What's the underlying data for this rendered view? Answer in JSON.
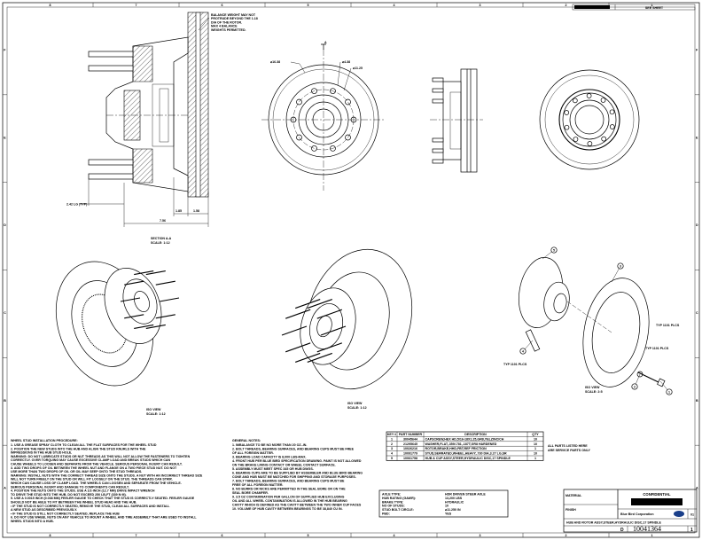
{
  "zones": {
    "columns": [
      "8",
      "7",
      "6",
      "5",
      "4",
      "3",
      "2",
      "1"
    ],
    "rows": [
      "F",
      "E",
      "D",
      "C",
      "B",
      "A"
    ]
  },
  "section_view": {
    "balance_note": [
      "BALANCE WEIGHT MAY NOT",
      "PROTRUDE BEYOND THE 1.18",
      "DIA OF THE ROTOR.",
      "MAX 4 BALANCE",
      "WEIGHTS PERMITTED."
    ],
    "dim_stud": "2.42 LG (TYP)",
    "dim_a": "1.85",
    "dim_b": "1.58",
    "dim_overall": "7.56",
    "label": "SECTION A-A",
    "scale": "SCALE: 1:12"
  },
  "front_view": {
    "dia_outer": "⌀16.38",
    "dia_pilot": "⌀4.38",
    "dia_bolt_circle": "⌀11.25",
    "section_mark": "A"
  },
  "iso_views": [
    {
      "label": "ISO VIEW",
      "scale": "SCALE: 1:12"
    },
    {
      "label": "ISO VIEW",
      "scale": "SCALE: 1:12"
    },
    {
      "label": "ISO VIEW",
      "scale": "SCALE: 2:5"
    }
  ],
  "callouts": [
    "TYP 1101 PLCS",
    "TYP 1101 PLCS",
    "TYP 1101 PLCS"
  ],
  "balloons": [
    "1",
    "2",
    "3",
    "4",
    "5"
  ],
  "wheel_stud_notes": {
    "title": "WHEEL STUD INSTALLATION PROCEDURE:",
    "lines": [
      "1.  USE A GREASE SPRAY CLOTH TO CLEAN ALL THE FLAT SURFACES FOR THE WHEEL STUD",
      "2.  POSITION THE NEW STUDS INTO THE HUB AND ALIGN THE STUD KNURLS WITH THE",
      "     IMPRESSIONS IN THE HUB STUD HOLE.",
      "     WARNING: DO NOT LUBRICATE STUDS OR NUT THREADS AS THIS WILL NOT ALLOW THE FASTENERS TO TIGHTEN",
      "     CORRECTLY.  OVER TORQUING MAY CAUSE EXCESSIVE CLAMP LOAD AND BREAK STUDS WHICH CAN",
      "     CAUSE WHEELS TO LOOSEN AND SEPARATE FROM THE VEHICLE.  SERIOUS PERSONAL INJURY CAN RESULT.",
      "3.  ADD TWO DROPS OF OIL BETWEEN THE WHEEL NUT AND FLANGE ON A TWO PIECE STUD NUT.  DO NOT",
      "     USE MORE THAN TWO DROPS OF OIL OR OIL MAY SEEP ONTO THE STUD THREADS.",
      "     WARNING: INSTALL NUTS WITH THE CORRECT THREAD SIZE ONTO THE STUDS. A NUT WITH AN INCORRECT THREAD SIZE",
      "     WILL NOT TURN FREELY ON THE STUD OR WILL FIT LOOSELY ON THE STUD. THE THREADS CAN STRIP,",
      "     WHICH CAN CAUSE LOSS OF CLAMP LOAD. THE WHEELS CAN LOOSEN AND SEPARATE FROM THE VEHICLE.",
      "     SERIOUS PERSONAL INJURY AND DAMAGE TO COMPONENTS CAN RESULT.",
      "4.  POSITION THE NUTS ONTO THE STUDS. USE A 1/2-INCH (12.7 MM) DRIVE IMPACT WRENCH",
      "     TO DRIVE THE STUD INTO THE HUB. DO NOT EXCEED 250 LB-FT (339 N·M).",
      "5.  USE A 0.0015 INCH (0.038 MM) FEELER GAUGE TO CHECK THAT THE STUD IS CORRECTLY SEATED.  FEELER GAUGE",
      "     SHOULD NOT BE ABLE TO FIT BETWEEN THE WHEEL STUD HEAD AND THE HUB.",
      "     • IF THE STUD IS NOT CORRECTLY SEATED, REMOVE THE STUD, CLEAN ALL SURFACES AND INSTALL",
      "       A NEW STUD AS DESCRIBED PREVIOUSLY.",
      "     • IF THE STUD IS STILL NOT CORRECTLY SEATED, REPLACE THE HUB",
      "6.  DO NOT USE WHEEL NUTS ON ANY VEHICLE TO MOUNT A WHEEL AND TIRE ASSEMBLY THAT ARE USED TO INSTALL",
      "     WHEEL STUDS INTO A HUB."
    ]
  },
  "general_notes": {
    "title": "GENERAL NOTES:",
    "lines": [
      "1.  IMBALANCE TO BE NO MORE THAN 20 OZ.-IN.",
      "2.  BOLT THREADS, BEARING SURFACES, AND BEARING CUPS MUST BE FREE",
      "     OF ALL FOREIGN MATTER.",
      "3.  BEARING LOAD CAPACITY IS 8,000 LBS-MAX.",
      "4.  FRONT HUB PER BLUE BIRD SPECIFICATION DRAWING.  PAINT IS NOT ALLOWED",
      "     ON THE BRAKE LINING CONTACT OR WHEEL CONTACT SURFACE.",
      "5.  ASSEMBLY MUST MEET SPEC 345 OR HUB DWGS.",
      "6.  BEARING CUPS ARE TO BE SUPPLIED BY ASSEMBLER AND BLUE BIRD BEARING",
      "     CONE AND HUB MUST BE MATCHED FOR SHIPPING AND STORAGE PURPOSES.",
      "7.  BOLT THREADS, BEARING SURFACES, AND BEARING CUPS MUST BE",
      "     FREE OF ALL FOREIGN MATTER.",
      "8.  NO BURRS OR NICKS ARE PERMITTED IN THE SEAL BORE OR ON THE",
      "     SEAL BORE CHAMFER.",
      "9.  3.5 OZ CONTAMINATION PER GALLON OF SUPPLIED HUB EXCLUDING",
      "     OIL AND ALL WHEEL CONTAMINATION IS ALLOWED IN THE HUB BEARING",
      "     CAVITY WHICH IS DEFINED AS THE CAVITY BETWEEN THE TWO INNER CUP FACES",
      "10. VOLUME OF HUB CAVITY BETWEEN BEARINGS TO BE 38,840 CU IN."
    ]
  },
  "bom": {
    "headers": [
      "KEY #",
      "PART NUMBER",
      "DESCRIPTION",
      "QTY"
    ],
    "rows": [
      [
        "1",
        "30045644",
        "CAPSCREW,HEX HD,5/16-18X1.25,GR8,YELZINC/CH",
        "10"
      ],
      [
        "2",
        "21295645",
        "WASHER,FLAT,.359/.781,.187T,GR8 HARDENED",
        "10"
      ],
      [
        "3",
        "10026216",
        "ROTOR,BRAKE,HHD,FBT,REF FRICTION",
        "1"
      ],
      [
        "4",
        "10091779",
        "STUD,SERRATED,WHEEL,HEAVY,.730 DIA,3.27 LG,SR",
        "10"
      ],
      [
        "5",
        "10061758",
        "HUB & CUP ASSY,STEER,HYDRAULIC DISC,17 SPINDLE",
        "1"
      ]
    ],
    "note": [
      "ALL PARTS LISTED HERE",
      "ARE SERVICE PARTS ONLY"
    ]
  },
  "hub_info": {
    "rows": [
      [
        "AXLE TYPE:",
        "HDR DRIVEN STEER AXLE"
      ],
      [
        "HUB RATING (GAWR):",
        "13,200 LBS"
      ],
      [
        "BRAKE TYPE:",
        "HYDRAULIC"
      ],
      [
        "NO OF STUDS:",
        "10"
      ],
      [
        "STUD BOLT CIRCLE:",
        "⌀11.250 IN"
      ],
      [
        "PBD:",
        "YES"
      ]
    ]
  },
  "title_block": {
    "confidential": "CONFIDENTIAL",
    "company": "Blue Bird Corporation",
    "title": "HUB AND ROTOR ASSY,STEER,HYDRAULIC DISC,17 SPINDLE",
    "size": "D",
    "drawing_number": "10041364",
    "sheet": "1",
    "rev": "01",
    "top_ref": "SEE SHEET",
    "material_label": "MATERIAL",
    "finish_label": "FINISH"
  }
}
